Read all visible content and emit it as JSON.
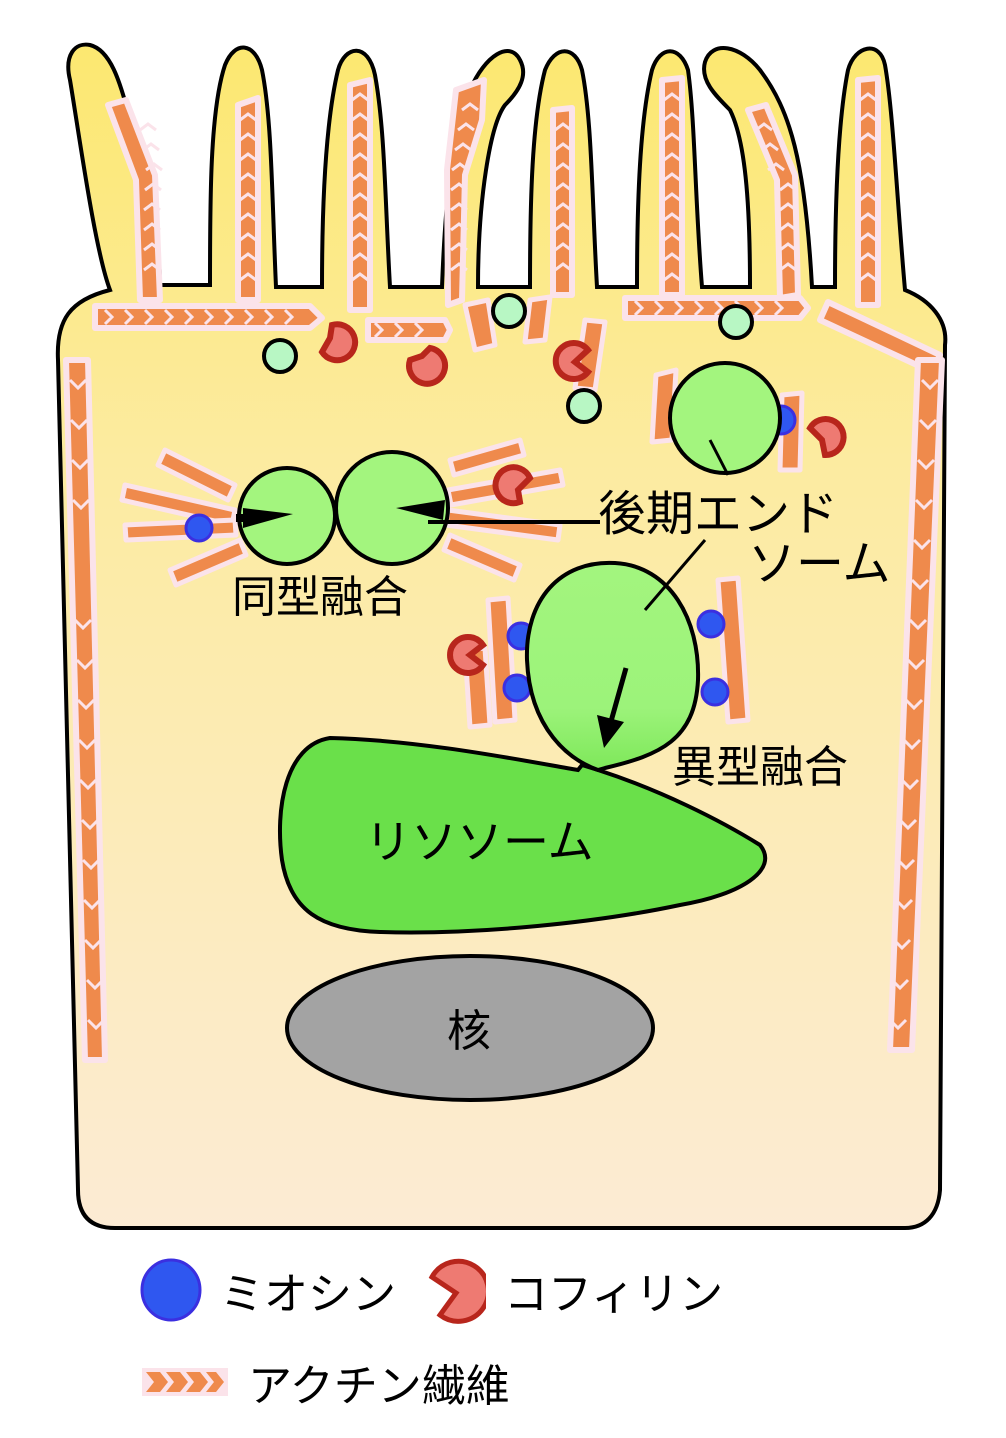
{
  "diagram": {
    "title": "",
    "labels": {
      "homotypic_fusion": "同型融合",
      "late_endosome_line1": "後期エンド",
      "late_endosome_line2": "ソーム",
      "heterotypic_fusion": "異型融合",
      "lysosome": "リソソーム",
      "nucleus": "核"
    },
    "colors": {
      "cytoplasm_top": "#FCEB80",
      "cytoplasm_bottom": "#FCEBD2",
      "microvilli": "#FCE870",
      "actin": "#EF8A4C",
      "actin_halo": "#FBE3EA",
      "endosome": "#A3F57E",
      "lysosome": "#6AE04A",
      "small_vesicle": "#B8F7C4",
      "nucleus": "#A3A3A3",
      "myosin": "#2F57F0",
      "myosin_edge": "#3B2FE0",
      "cofilin": "#EE7A72",
      "cofilin_edge": "#B8261C",
      "outline": "#000000"
    }
  },
  "legend": {
    "items": [
      {
        "key": "myosin",
        "label": "ミオシン",
        "icon": "blue-circle-icon"
      },
      {
        "key": "cofilin",
        "label": "コフィリン",
        "icon": "red-pacman-icon"
      },
      {
        "key": "actin",
        "label": "アクチン繊維",
        "icon": "orange-chevron-icon"
      }
    ]
  }
}
